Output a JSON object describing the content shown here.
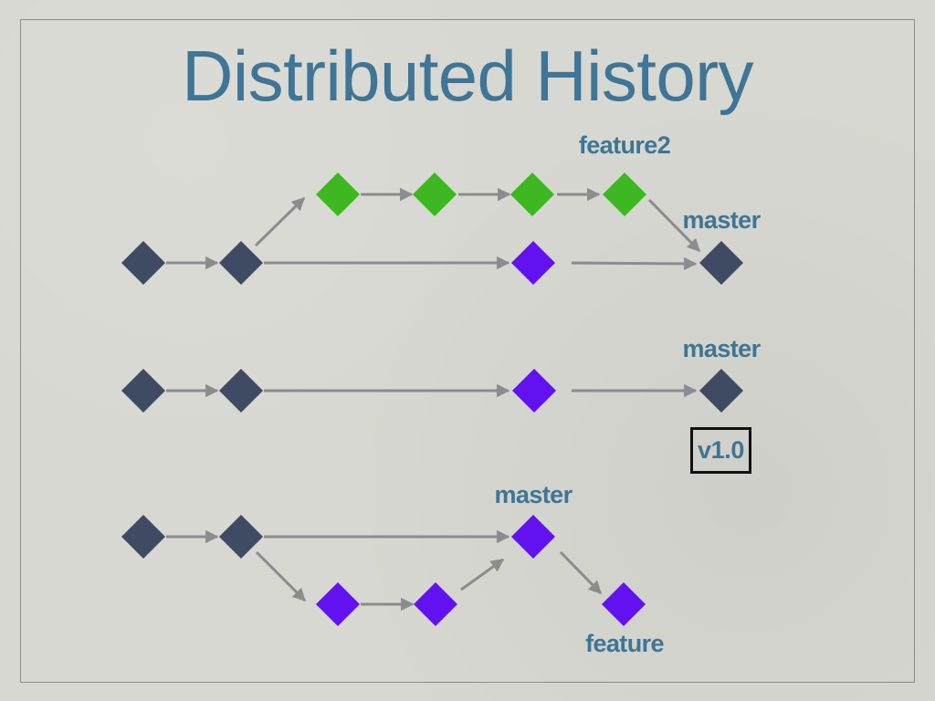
{
  "slide": {
    "title": "Distributed History"
  },
  "colors": {
    "title": "#3f7596",
    "label": "#3f7596",
    "arrow": "#8b8c8e",
    "commit_dark": "#3f4a63",
    "commit_green": "#3db821",
    "commit_purple": "#6212f0",
    "tag_border": "#111111"
  },
  "labels": {
    "feature2": "feature2",
    "master_top": "master",
    "master_middle": "master",
    "master_bottom": "master",
    "feature": "feature",
    "tag": "v1.0"
  },
  "graph": {
    "rows": [
      {
        "name": "row-1",
        "commits": [
          "dark",
          "dark",
          "green",
          "green",
          "green",
          "green",
          "purple",
          "dark"
        ]
      },
      {
        "name": "row-2",
        "commits": [
          "dark",
          "dark",
          "purple",
          "dark"
        ]
      },
      {
        "name": "row-3",
        "commits": [
          "dark",
          "dark",
          "purple",
          "purple",
          "purple",
          "purple"
        ]
      }
    ]
  }
}
